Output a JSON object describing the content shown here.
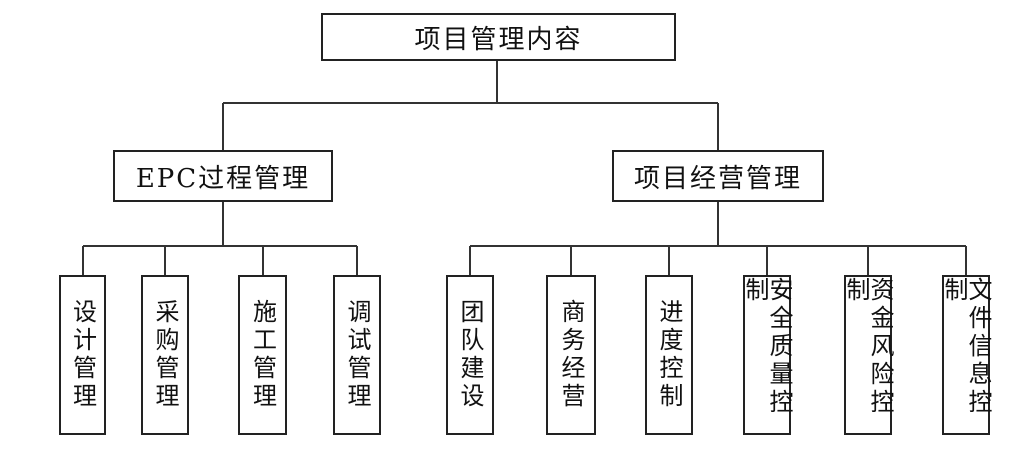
{
  "root": {
    "label": "项目管理内容"
  },
  "branches": [
    {
      "label": "EPC过程管理",
      "children": [
        "设计管理",
        "采购管理",
        "施工管理",
        "调试管理"
      ]
    },
    {
      "label": "项目经营管理",
      "children": [
        "团队建设",
        "商务经营",
        "进度控制",
        "安全质量控制",
        "资金风险控制",
        "文件信息控制"
      ]
    }
  ]
}
